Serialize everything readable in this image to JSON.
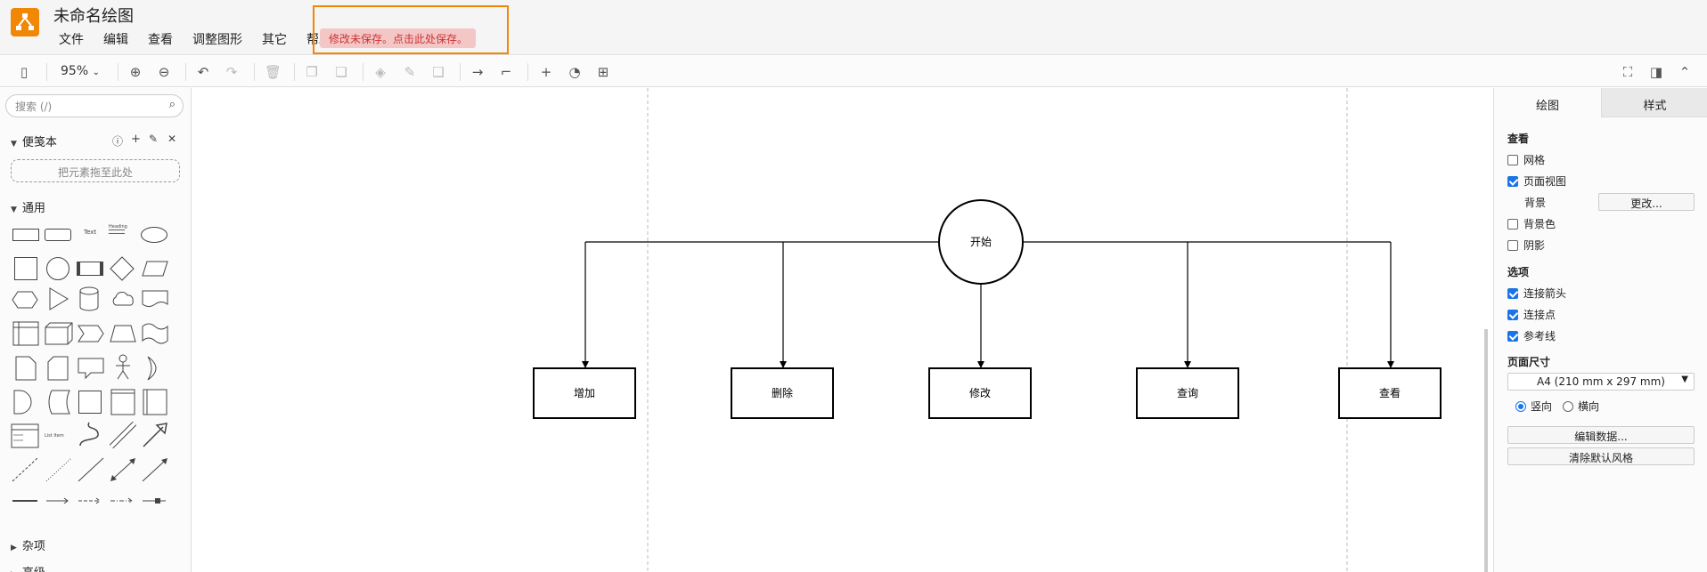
{
  "app": {
    "title": "未命名绘图",
    "save_notice": "修改未保存。点击此处保存。"
  },
  "menu": [
    "文件",
    "编辑",
    "查看",
    "调整图形",
    "其它",
    "帮助"
  ],
  "toolbar": {
    "zoom": "95%"
  },
  "sidebar": {
    "search_placeholder": "搜索 (/)",
    "scratchpad_title": "便笺本",
    "dropzone_text": "把元素拖至此处",
    "general_title": "通用",
    "misc_title": "杂项",
    "advanced_title": "高级",
    "shape_text_label": "Text",
    "shape_heading_label": "Heading",
    "shape_listitem_label": "List Item"
  },
  "diagram": {
    "start": "开始",
    "nodes": [
      "增加",
      "删除",
      "修改",
      "查询",
      "查看"
    ]
  },
  "right_panel": {
    "tabs": [
      "绘图",
      "样式"
    ],
    "view_heading": "查看",
    "grid": {
      "label": "网格",
      "checked": false
    },
    "page_view": {
      "label": "页面视图",
      "checked": true
    },
    "background_label": "背景",
    "change_button": "更改...",
    "background_color": {
      "label": "背景色",
      "checked": false
    },
    "shadow": {
      "label": "阴影",
      "checked": false
    },
    "options_heading": "选项",
    "connection_arrows": {
      "label": "连接箭头",
      "checked": true
    },
    "connection_points": {
      "label": "连接点",
      "checked": true
    },
    "guides": {
      "label": "参考线",
      "checked": true
    },
    "page_size_heading": "页面尺寸",
    "page_size_value": "A4 (210 mm x 297 mm)",
    "portrait_label": "竖向",
    "landscape_label": "横向",
    "edit_data_button": "编辑数据...",
    "clear_style_button": "清除默认风格"
  },
  "colors": {
    "accent": "#f08705",
    "save_badge_bg": "#f4c7c7",
    "check_blue": "#1a73e8"
  }
}
